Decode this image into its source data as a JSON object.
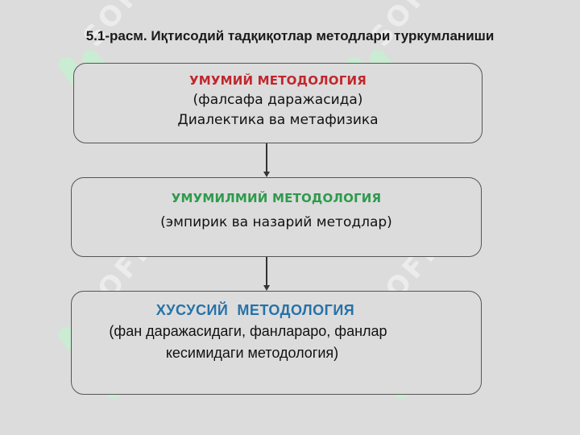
{
  "figure": {
    "title": "5.1-расм. Иқтисодий тадқиқотлар методлари туркумланиши",
    "watermark_text": "SOFF"
  },
  "boxes": [
    {
      "heading": "УМУМИЙ МЕТОДОЛОГИЯ",
      "lines": [
        "(фалсафа даражасида)",
        "Диалектика ва метафизика"
      ],
      "heading_color": "#c0272d"
    },
    {
      "heading": "УМУМИЛМИЙ МЕТОДОЛОГИЯ",
      "lines": [
        "(эмпирик ва назарий методлар)"
      ],
      "heading_color": "#2e9a4c"
    },
    {
      "heading": "ХУСУСИЙ  МЕТОДОЛОГИЯ",
      "lines": [
        "(фан даражасидаги, фанлараро, фанлар",
        "кесимидаги методология)"
      ],
      "heading_color": "#2672a8"
    }
  ],
  "colors": {
    "background": "#dcdcdc",
    "watermark_green": "#c9ecd3",
    "connector": "#333333"
  }
}
